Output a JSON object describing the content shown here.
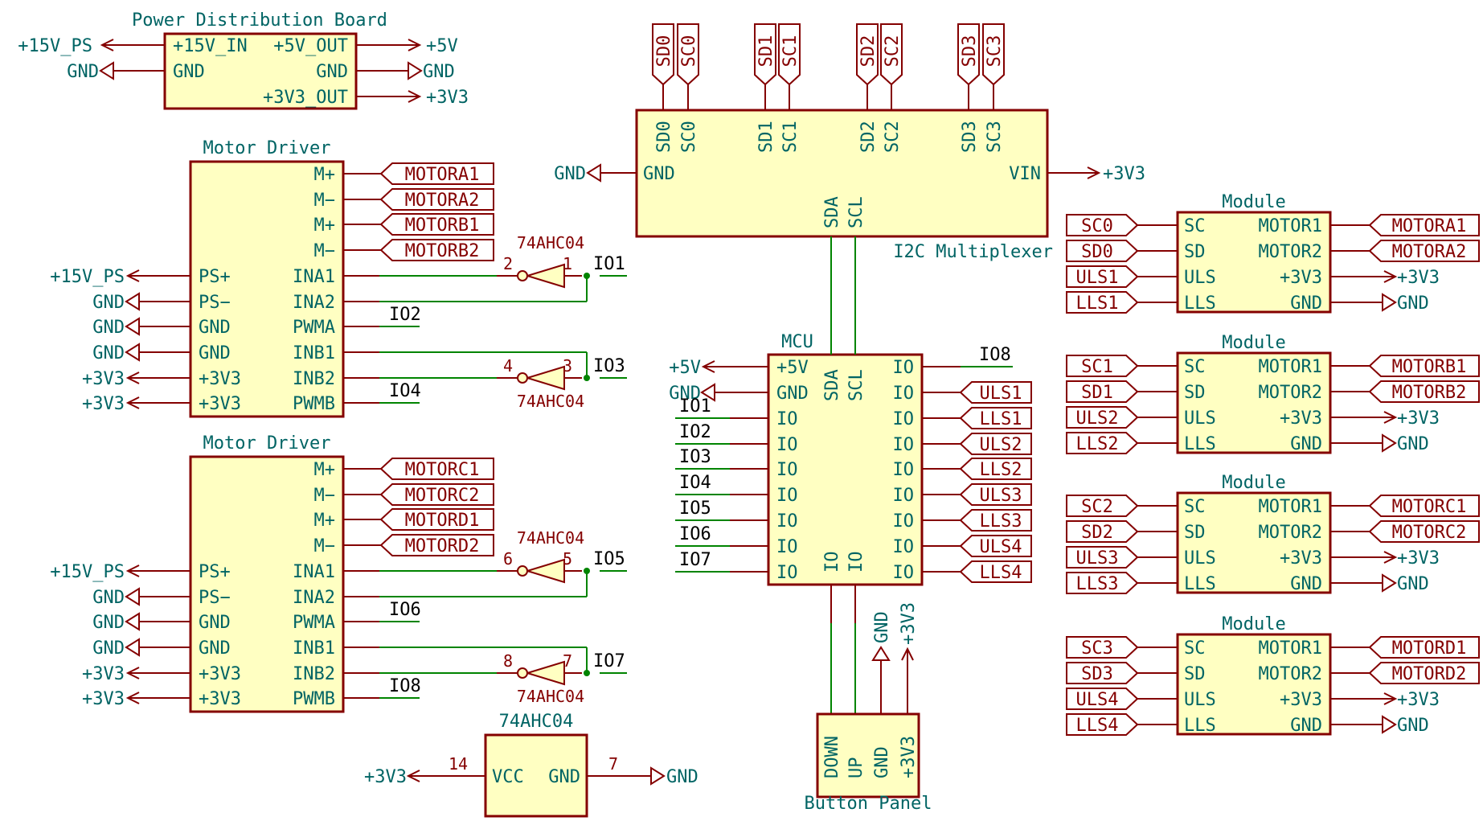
{
  "power_board": {
    "title": "Power Distribution Board",
    "left_pins": [
      "+15V_IN",
      "GND"
    ],
    "right_pins": [
      "+5V_OUT",
      "GND",
      "+3V3_OUT"
    ],
    "left_ports": [
      "+15V_PS",
      "GND"
    ],
    "right_ports": [
      "+5V",
      "GND",
      "+3V3"
    ]
  },
  "multiplexer": {
    "title": "I2C Multiplexer",
    "top_pins": [
      "SD0",
      "SC0",
      "SD1",
      "SC1",
      "SD2",
      "SC2",
      "SD3",
      "SC3"
    ],
    "top_labels": [
      "SD0",
      "SC0",
      "SD1",
      "SC1",
      "SD2",
      "SC2",
      "SD3",
      "SC3"
    ],
    "bottom_pins": [
      "SDA",
      "SCL"
    ],
    "gnd_pin": "GND",
    "vin_pin": "VIN",
    "gnd_port": "GND",
    "vin_port": "+3V3"
  },
  "motor_drivers": [
    {
      "title": "Motor Driver",
      "right_pins": [
        "M+",
        "M−",
        "M+",
        "M−",
        "INA1",
        "INA2",
        "PWMA",
        "INB1",
        "INB2",
        "PWMB"
      ],
      "left_pins": [
        "PS+",
        "PS−",
        "GND",
        "GND",
        "+3V3",
        "+3V3"
      ],
      "left_ports": [
        "+15V_PS",
        "GND",
        "GND",
        "GND",
        "+3V3",
        "+3V3"
      ],
      "motor_labels": [
        "MOTORA1",
        "MOTORA2",
        "MOTORB1",
        "MOTORB2"
      ],
      "nets": [
        "IO1",
        "IO2",
        "IO3",
        "IO4"
      ],
      "gates": [
        {
          "part": "74AHC04",
          "in": "1",
          "out": "2"
        },
        {
          "part": "74AHC04",
          "in": "3",
          "out": "4"
        }
      ]
    },
    {
      "title": "Motor Driver",
      "right_pins": [
        "M+",
        "M−",
        "M+",
        "M−",
        "INA1",
        "INA2",
        "PWMA",
        "INB1",
        "INB2",
        "PWMB"
      ],
      "left_pins": [
        "PS+",
        "PS−",
        "GND",
        "GND",
        "+3V3",
        "+3V3"
      ],
      "left_ports": [
        "+15V_PS",
        "GND",
        "GND",
        "GND",
        "+3V3",
        "+3V3"
      ],
      "motor_labels": [
        "MOTORC1",
        "MOTORC2",
        "MOTORD1",
        "MOTORD2"
      ],
      "nets": [
        "IO5",
        "IO6",
        "IO7",
        "IO8"
      ],
      "gates": [
        {
          "part": "74AHC04",
          "in": "5",
          "out": "6"
        },
        {
          "part": "74AHC04",
          "in": "7",
          "out": "8"
        }
      ]
    }
  ],
  "mcu": {
    "title": "MCU",
    "left_pins": [
      "+5V",
      "GND",
      "IO",
      "IO",
      "IO",
      "IO",
      "IO",
      "IO",
      "IO"
    ],
    "left_ports": [
      "+5V",
      "GND"
    ],
    "left_nets": [
      "IO1",
      "IO2",
      "IO3",
      "IO4",
      "IO5",
      "IO6",
      "IO7"
    ],
    "right_pins": [
      "IO",
      "IO",
      "IO",
      "IO",
      "IO",
      "IO",
      "IO",
      "IO",
      "IO"
    ],
    "right_net": "IO8",
    "right_labels": [
      "ULS1",
      "LLS1",
      "ULS2",
      "LLS2",
      "ULS3",
      "LLS3",
      "ULS4",
      "LLS4"
    ],
    "top_pins": [
      "SDA",
      "SCL"
    ],
    "bottom_pins": [
      "IO",
      "IO"
    ]
  },
  "button_panel": {
    "title": "Button Panel",
    "pins": [
      "DOWN",
      "UP",
      "GND",
      "+3V3"
    ],
    "ports": [
      "GND",
      "+3V3"
    ]
  },
  "inverter_power": {
    "title": "74AHC04",
    "vcc_pin": "VCC",
    "gnd_pin": "GND",
    "vcc_num": "14",
    "gnd_num": "7",
    "vcc_port": "+3V3",
    "gnd_port": "GND"
  },
  "modules": [
    {
      "title": "Module",
      "left_pins": [
        "SC",
        "SD",
        "ULS",
        "LLS"
      ],
      "right_pins": [
        "MOTOR1",
        "MOTOR2",
        "+3V3",
        "GND"
      ],
      "left_labels": [
        "SC0",
        "SD0",
        "ULS1",
        "LLS1"
      ],
      "right_labels": [
        "MOTORA1",
        "MOTORA2"
      ],
      "right_ports": [
        "+3V3",
        "GND"
      ]
    },
    {
      "title": "Module",
      "left_pins": [
        "SC",
        "SD",
        "ULS",
        "LLS"
      ],
      "right_pins": [
        "MOTOR1",
        "MOTOR2",
        "+3V3",
        "GND"
      ],
      "left_labels": [
        "SC1",
        "SD1",
        "ULS2",
        "LLS2"
      ],
      "right_labels": [
        "MOTORB1",
        "MOTORB2"
      ],
      "right_ports": [
        "+3V3",
        "GND"
      ]
    },
    {
      "title": "Module",
      "left_pins": [
        "SC",
        "SD",
        "ULS",
        "LLS"
      ],
      "right_pins": [
        "MOTOR1",
        "MOTOR2",
        "+3V3",
        "GND"
      ],
      "left_labels": [
        "SC2",
        "SD2",
        "ULS3",
        "LLS3"
      ],
      "right_labels": [
        "MOTORC1",
        "MOTORC2"
      ],
      "right_ports": [
        "+3V3",
        "GND"
      ]
    },
    {
      "title": "Module",
      "left_pins": [
        "SC",
        "SD",
        "ULS",
        "LLS"
      ],
      "right_pins": [
        "MOTOR1",
        "MOTOR2",
        "+3V3",
        "GND"
      ],
      "left_labels": [
        "SC3",
        "SD3",
        "ULS4",
        "LLS4"
      ],
      "right_labels": [
        "MOTORD1",
        "MOTORD2"
      ],
      "right_ports": [
        "+3V3",
        "GND"
      ]
    }
  ]
}
